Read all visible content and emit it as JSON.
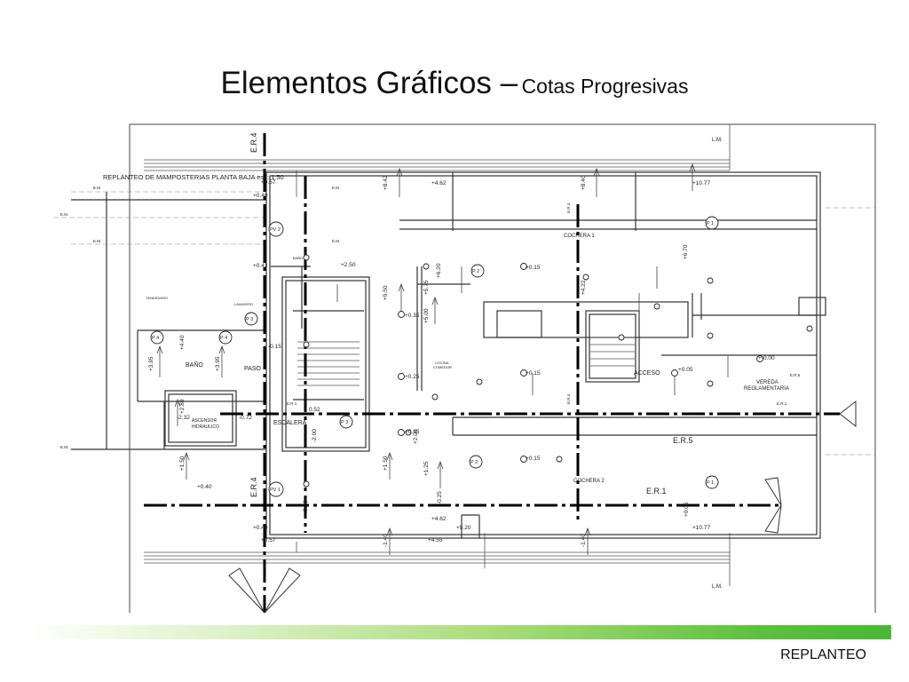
{
  "slide": {
    "title_main": "Elementos Gráficos –",
    "title_sub": "Cotas Progresivas",
    "footer_label": "REPLANTEO",
    "accent_bar_color": "#49b833"
  },
  "plan": {
    "caption": "REPLANTEO DE MAMPOSTERIAS PLANTA BAJA   esc: 1:50",
    "lm": "L.M.",
    "em": "E.M.",
    "axes": {
      "er4": "E.R.4",
      "er5": "E.R.5",
      "er1": "E.R.1"
    },
    "rooms": {
      "bano": "BAÑO",
      "paso": "PASO",
      "escalera": "ESCALERA",
      "ascensor_1": "ASCENSOR",
      "ascensor_2": "HIDRAULICO",
      "cochera1": "COCHERA 1",
      "cochera2": "COCHERA 2",
      "acceso": "ACCESO",
      "vereda_1": "VEREDA",
      "vereda_2": "REGLAMENTARIA",
      "lavadero": "LAVADERO",
      "tendedero": "TENDEDERO",
      "cocina_1": "COCINA",
      "cocina_2": "COMEDOR",
      "bano_small": "BAÑO"
    },
    "pillars": {
      "pv2": "PV 2",
      "pv1": "PV 1",
      "p3a": "P 3",
      "p3b": "P 3",
      "p4a": "P 4",
      "p4b": "P 4",
      "p2a": "P 2",
      "p2b": "P 2",
      "p1a": "P 1",
      "p1b": "P 1"
    },
    "dims": {
      "d_057a": "+0.57",
      "d_040a": "+0.40",
      "d_842": "+8.42",
      "d_462a": "+4.62",
      "d_840": "+8.40",
      "d_1077a": "+10.77",
      "d_042": "+0.42",
      "d_250": "+2.50",
      "d_015a": "+0.15",
      "d_575": "+5.75",
      "d_620": "+6.20",
      "d_550": "+5.50",
      "d_500": "+5.00",
      "d_422": "+4.22",
      "d_670": "+6.70",
      "d_035": "+0.35",
      "d_015b": "+0.15",
      "d_025": "+0.25",
      "d_440": "+4.40",
      "d_395a": "+3.95",
      "d_395b": "+3.95",
      "d_m015": "-0.15",
      "d_000": "+-0.00",
      "d_005": "+0.05",
      "d_280": "+2.80",
      "d_m232": "-2.32",
      "d_m072": "-0.72",
      "d_052": "0.52",
      "d_200a": "-2.00",
      "d_200b": "+2.00",
      "d_035b": "+0.35",
      "d_150a": "+1.50",
      "d_150b": "+1.50",
      "d_125": "+1.25",
      "d_015c": "+0.15",
      "d_040b": "+0.40",
      "d_m025": "-0.25",
      "d_350": "3.50",
      "d_462b": "+4.62",
      "d_520": "+5.20",
      "d_455": "+4.55",
      "d_040c": "+0.40",
      "d_057b": "+0.57",
      "d_m140a": "-1.40",
      "d_m140b": "-1.40",
      "d_1077b": "+10.77",
      "d_005b": "+0.05"
    }
  }
}
